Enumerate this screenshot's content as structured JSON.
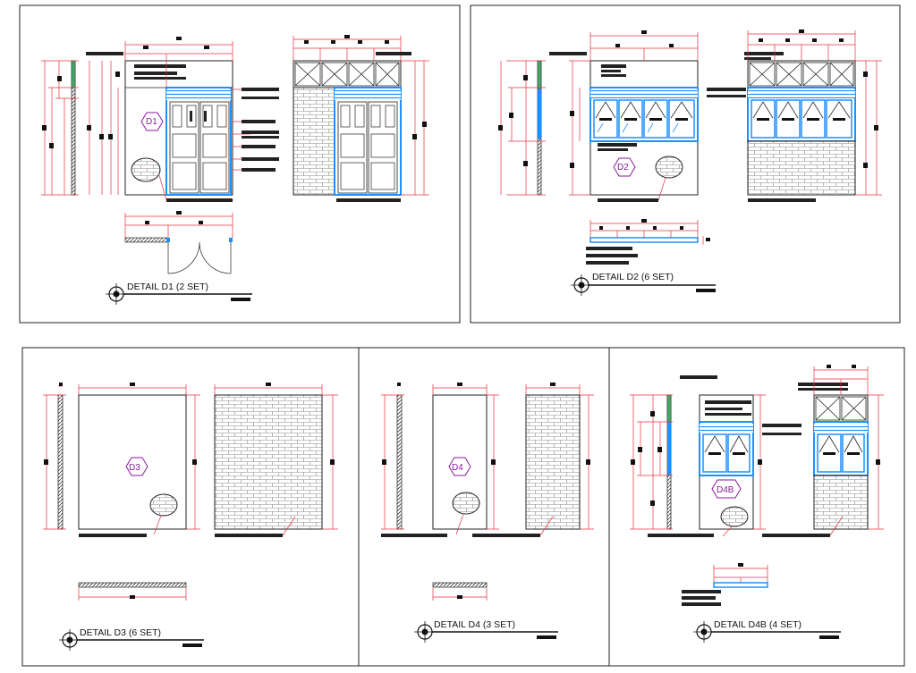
{
  "panels": [
    {
      "id": "d1",
      "title": "DETAIL D1 (2 SET)",
      "tag": "D1"
    },
    {
      "id": "d2",
      "title": "DETAIL D2 (6 SET)",
      "tag": "D2"
    },
    {
      "id": "d3",
      "title": "DETAIL D3 (6 SET)",
      "tag": "D3"
    },
    {
      "id": "d4",
      "title": "DETAIL D4 (3 SET)",
      "tag": "D4"
    },
    {
      "id": "d4b",
      "title": "DETAIL D4B (4 SET)",
      "tag": "D4B"
    }
  ],
  "colors": {
    "dimension": "#e8323c",
    "glazing": "#1f8fff",
    "line": "#222222",
    "tag": "#8a1a9b",
    "brick": "#888888"
  },
  "icons": [
    "section-marker-icon",
    "brick-texture-callout-icon"
  ]
}
